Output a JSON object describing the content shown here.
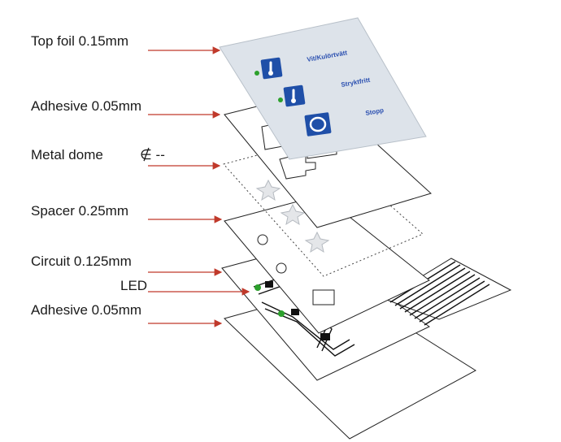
{
  "labels": {
    "top_foil": "Top foil  0.15mm",
    "adhesive_top": "Adhesive  0.05mm",
    "metal_dome": "Metal dome",
    "metal_dome_value": "∉ --",
    "spacer": "Spacer  0.25mm",
    "circuit": "Circuit  0.125mm",
    "led": "LED",
    "adhesive_bottom": "Adhesive  0.05mm"
  },
  "keys": {
    "key1": "Vit/Kulörtvätt",
    "key2": "Stryktfritt",
    "key3": "Stopp"
  },
  "colors": {
    "arrow": "#c0392b",
    "top_foil": "#dde3ea",
    "key_icon": "#1f4fa8",
    "key_text": "#2a4fb0",
    "led": "#2ca02c"
  },
  "icons": [
    "thermometer-icon",
    "thermometer-icon",
    "circle-icon"
  ]
}
